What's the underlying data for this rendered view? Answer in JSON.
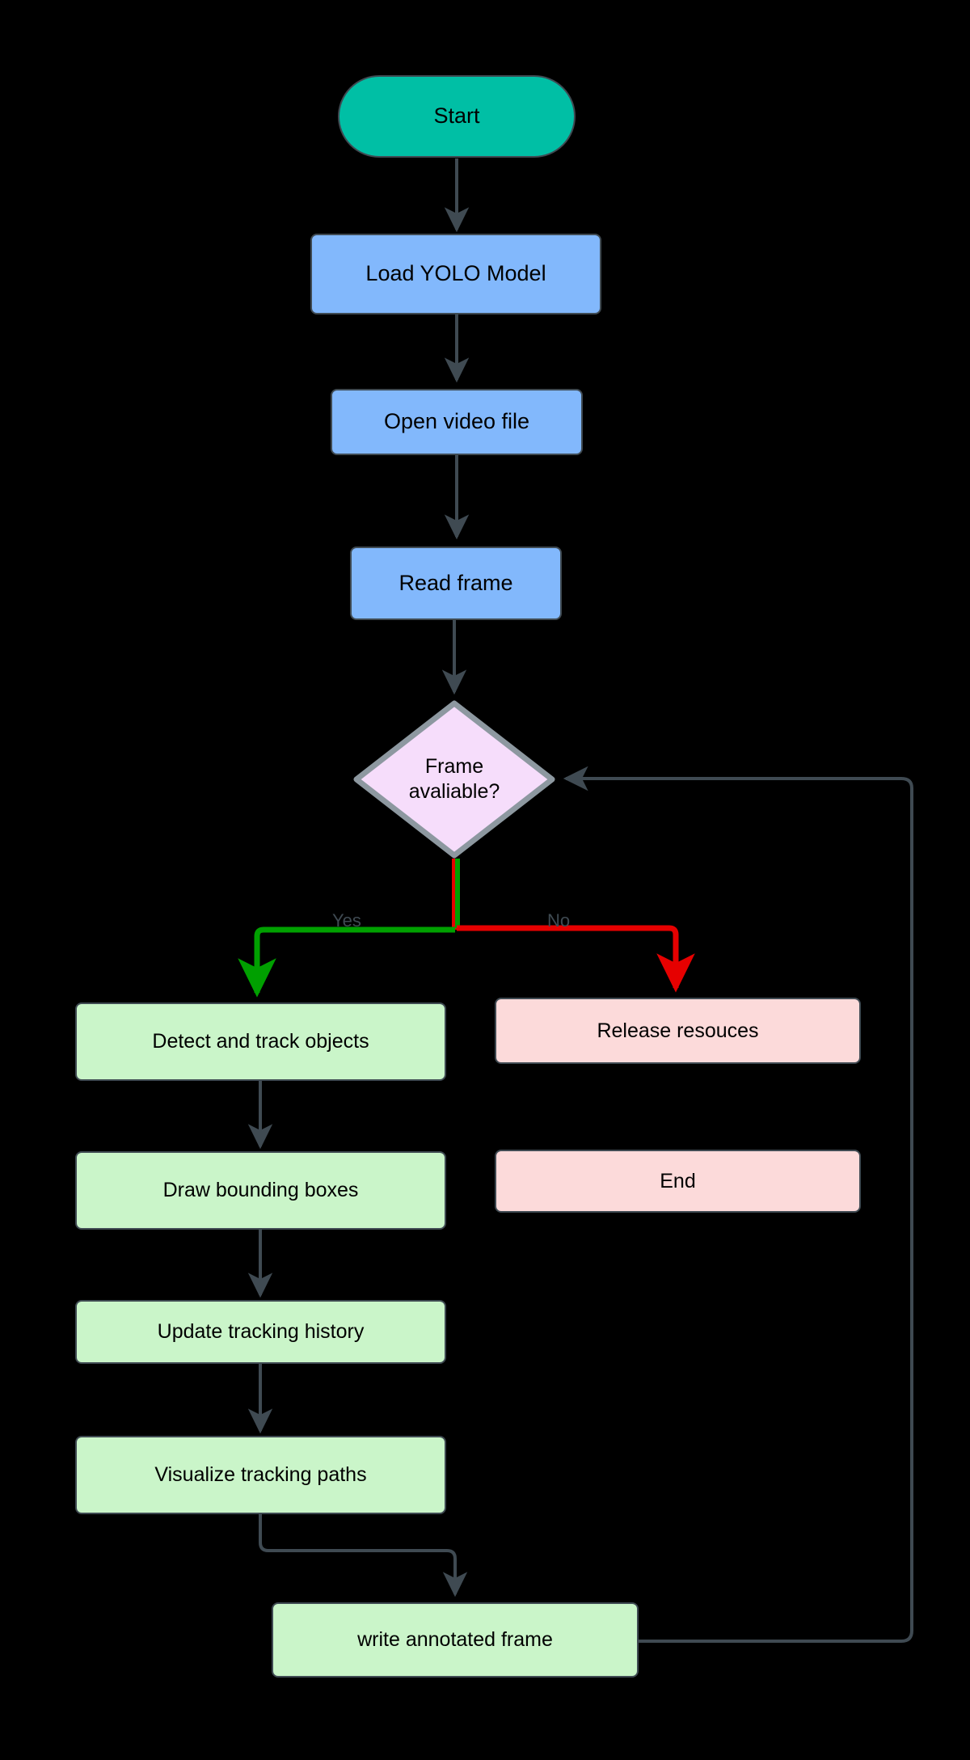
{
  "diagram": {
    "title": "YOLO video object tracking flowchart",
    "background": "#000000",
    "colors": {
      "start_fill": "#00bfa5",
      "process_fill": "#82b8fc",
      "action_fill": "#caf5c9",
      "terminate_fill": "#fcdada",
      "decision_fill": "#f6ddfb",
      "stroke": "#3f4a52",
      "yes_edge": "#00a000",
      "no_edge": "#e60000",
      "label_text": "#3f4a52"
    },
    "nodes": {
      "start": "Start",
      "load_model": "Load YOLO Model",
      "open_video": "Open video file",
      "read_frame": "Read frame",
      "decision_line1": "Frame",
      "decision_line2": "avaliable?",
      "detect_track": "Detect and track objects",
      "draw_boxes": "Draw bounding boxes",
      "update_history": "Update tracking history",
      "visualize_paths": "Visualize tracking paths",
      "write_frame": "write annotated frame",
      "release_resources": "Release resouces",
      "end": "End"
    },
    "edge_labels": {
      "yes": "Yes",
      "no": "No"
    }
  }
}
